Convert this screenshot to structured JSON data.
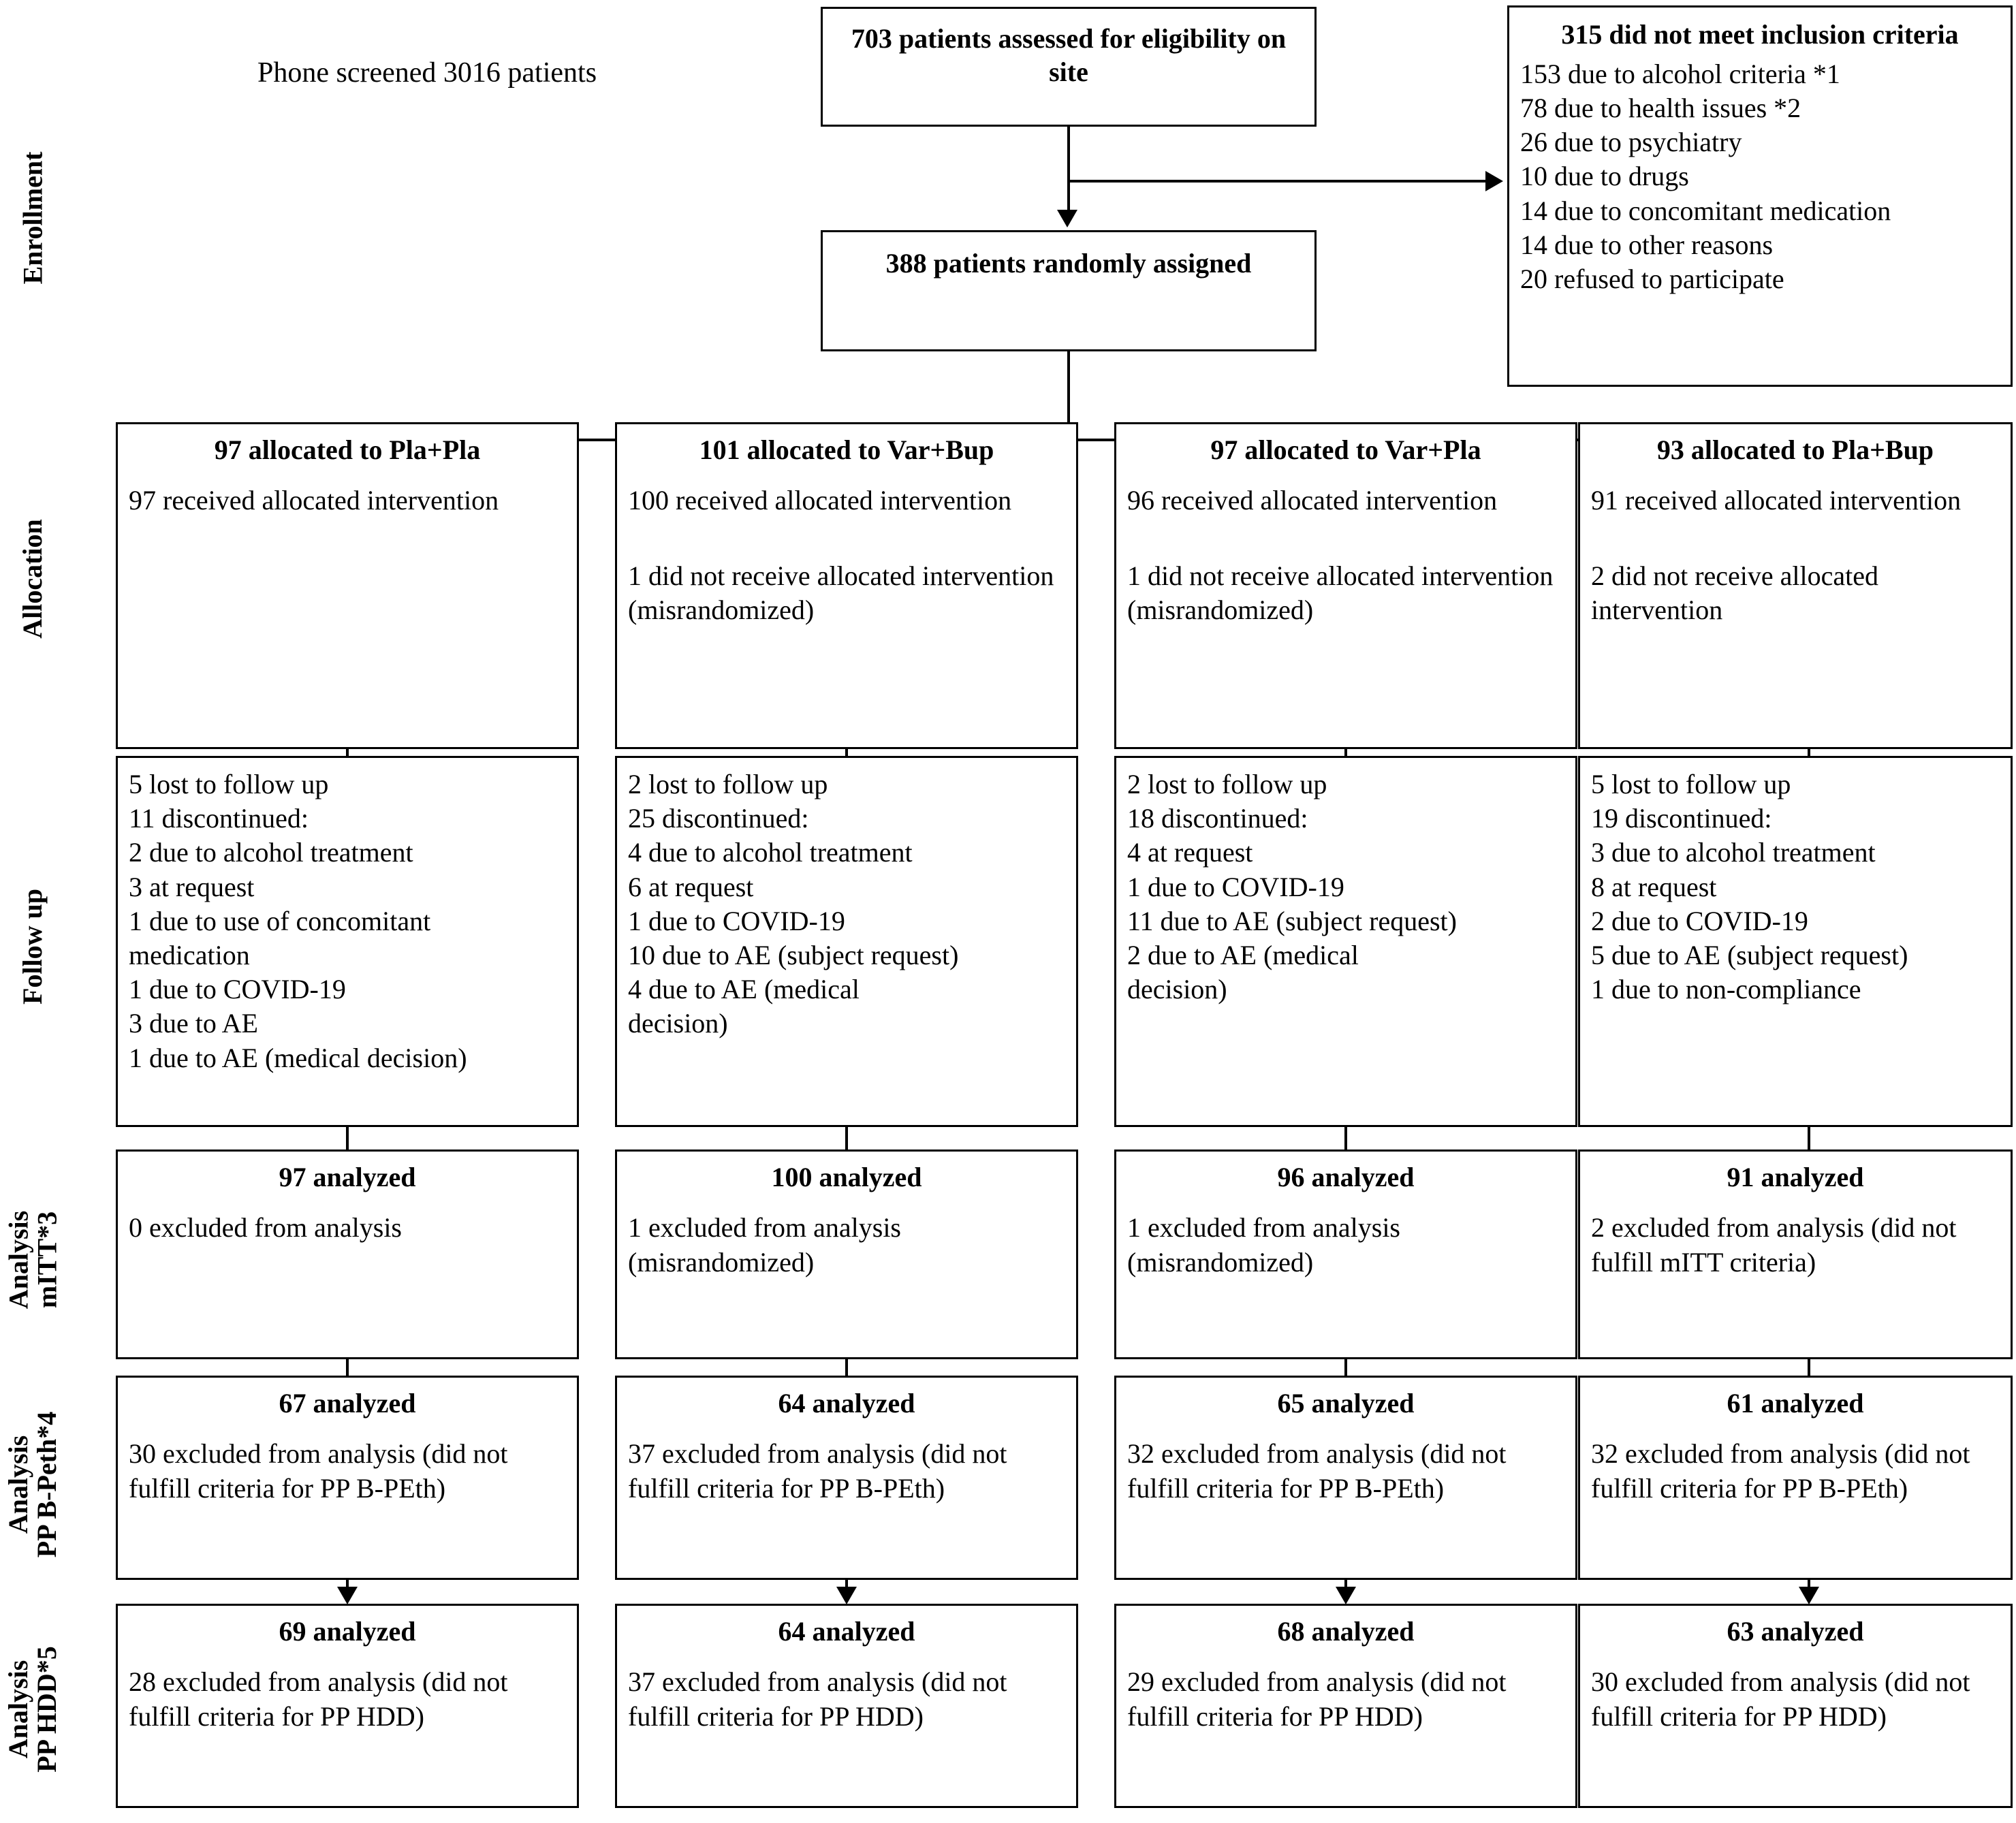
{
  "stages": [
    {
      "id": "enrollment",
      "label": "Enrollment"
    },
    {
      "id": "allocation",
      "label": "Allocation"
    },
    {
      "id": "followup",
      "label": "Follow up"
    },
    {
      "id": "analysis-mitt",
      "label_line1": "Analysis",
      "label_line2": "mITT*3"
    },
    {
      "id": "analysis-pp-bpeth",
      "label_line1": "Analysis",
      "label_line2": "PP B-Peth*4"
    },
    {
      "id": "analysis-pp-hdd",
      "label_line1": "Analysis",
      "label_line2": "PP HDD*5"
    }
  ],
  "enrollment": {
    "phone_screened": "Phone screened 3016 patients",
    "assessed_box": "703 patients assessed for eligibility on site",
    "randomized_box": "388 patients randomly assigned",
    "excluded": {
      "title": "315 did not meet inclusion criteria",
      "reasons": [
        "153 due to alcohol criteria *1",
        "78 due to health issues *2",
        "26 due to psychiatry",
        "10 due to drugs",
        "14 due to concomitant medication",
        "14 due to other reasons",
        "20 refused to participate"
      ]
    }
  },
  "arms": [
    {
      "id": "pla-pla",
      "allocation": {
        "title": "97 allocated to Pla+Pla",
        "received": "97 received allocated intervention",
        "not_received": ""
      },
      "followup": [
        "5 lost to follow up",
        "11 discontinued:",
        "2 due to alcohol treatment",
        "3 at request",
        "1 due to use of concomitant",
        "medication",
        "1 due to COVID-19",
        "3 due to AE",
        "1 due to AE (medical decision)"
      ],
      "mitt": {
        "title": "97 analyzed",
        "excluded": "0 excluded from analysis"
      },
      "pp_bpeth": {
        "title": "67 analyzed",
        "excluded": "30 excluded from analysis (did not fulfill criteria for PP B-PEth)"
      },
      "pp_hdd": {
        "title": "69 analyzed",
        "excluded": "28 excluded from analysis (did not fulfill criteria for PP HDD)"
      }
    },
    {
      "id": "var-bup",
      "allocation": {
        "title": "101 allocated to Var+Bup",
        "received": "100 received allocated intervention",
        "not_received": "1 did not receive allocated intervention (misrandomized)"
      },
      "followup": [
        "2 lost to follow up",
        "25 discontinued:",
        "4 due to alcohol treatment",
        "6 at request",
        "1 due to COVID-19",
        "10 due to AE (subject request)",
        "4 due to AE (medical",
        "decision)"
      ],
      "mitt": {
        "title": "100 analyzed",
        "excluded": "1 excluded from analysis (misrandomized)"
      },
      "pp_bpeth": {
        "title": "64 analyzed",
        "excluded": "37 excluded from analysis (did not fulfill criteria for PP B-PEth)"
      },
      "pp_hdd": {
        "title": "64 analyzed",
        "excluded": "37 excluded from analysis (did not fulfill criteria for PP HDD)"
      }
    },
    {
      "id": "var-pla",
      "allocation": {
        "title": "97 allocated to Var+Pla",
        "received": "96 received allocated intervention",
        "not_received": "1 did not receive allocated intervention (misrandomized)"
      },
      "followup": [
        "2 lost to follow up",
        "18 discontinued:",
        "4 at request",
        "1 due to COVID-19",
        "11 due to AE (subject request)",
        "2 due to AE (medical",
        "decision)"
      ],
      "mitt": {
        "title": "96 analyzed",
        "excluded": "1 excluded from analysis (misrandomized)"
      },
      "pp_bpeth": {
        "title": "65 analyzed",
        "excluded": "32 excluded from analysis (did not fulfill criteria for PP B-PEth)"
      },
      "pp_hdd": {
        "title": "68 analyzed",
        "excluded": "29 excluded from analysis (did not fulfill criteria for PP HDD)"
      }
    },
    {
      "id": "pla-bup",
      "allocation": {
        "title": "93 allocated to Pla+Bup",
        "received": "91 received allocated intervention",
        "not_received": "2 did not receive allocated intervention"
      },
      "followup": [
        "5 lost to follow up",
        "19 discontinued:",
        "3 due to alcohol treatment",
        "8 at request",
        "2 due to COVID-19",
        "5 due to AE (subject request)",
        "1 due to non-compliance"
      ],
      "mitt": {
        "title": "91 analyzed",
        "excluded": "2 excluded from analysis (did not fulfill mITT criteria)"
      },
      "pp_bpeth": {
        "title": "61 analyzed",
        "excluded": "32 excluded from analysis (did not fulfill criteria for PP B-PEth)"
      },
      "pp_hdd": {
        "title": "63 analyzed",
        "excluded": "30 excluded from analysis (did not fulfill criteria for PP HDD)"
      }
    }
  ],
  "chart_data": {
    "type": "diagram",
    "title": "CONSORT participant flow diagram",
    "nodes": [
      {
        "stage": "Enrollment",
        "label": "Phone screened",
        "n": 3016
      },
      {
        "stage": "Enrollment",
        "label": "Assessed for eligibility on site",
        "n": 703
      },
      {
        "stage": "Enrollment",
        "label": "Did not meet inclusion criteria",
        "n": 315
      },
      {
        "stage": "Enrollment",
        "label": "Randomly assigned",
        "n": 388
      },
      {
        "stage": "Allocation",
        "label": "Pla+Pla allocated",
        "n": 97
      },
      {
        "stage": "Allocation",
        "label": "Var+Bup allocated",
        "n": 101
      },
      {
        "stage": "Allocation",
        "label": "Var+Pla allocated",
        "n": 97
      },
      {
        "stage": "Allocation",
        "label": "Pla+Bup allocated",
        "n": 93
      },
      {
        "stage": "Analysis mITT",
        "label": "Pla+Pla analyzed",
        "n": 97
      },
      {
        "stage": "Analysis mITT",
        "label": "Var+Bup analyzed",
        "n": 100
      },
      {
        "stage": "Analysis mITT",
        "label": "Var+Pla analyzed",
        "n": 96
      },
      {
        "stage": "Analysis mITT",
        "label": "Pla+Bup analyzed",
        "n": 91
      },
      {
        "stage": "Analysis PP B-PEth",
        "label": "Pla+Pla analyzed",
        "n": 67
      },
      {
        "stage": "Analysis PP B-PEth",
        "label": "Var+Bup analyzed",
        "n": 64
      },
      {
        "stage": "Analysis PP B-PEth",
        "label": "Var+Pla analyzed",
        "n": 65
      },
      {
        "stage": "Analysis PP B-PEth",
        "label": "Pla+Bup analyzed",
        "n": 61
      },
      {
        "stage": "Analysis PP HDD",
        "label": "Pla+Pla analyzed",
        "n": 69
      },
      {
        "stage": "Analysis PP HDD",
        "label": "Var+Bup analyzed",
        "n": 64
      },
      {
        "stage": "Analysis PP HDD",
        "label": "Var+Pla analyzed",
        "n": 68
      },
      {
        "stage": "Analysis PP HDD",
        "label": "Pla+Bup analyzed",
        "n": 63
      }
    ]
  }
}
